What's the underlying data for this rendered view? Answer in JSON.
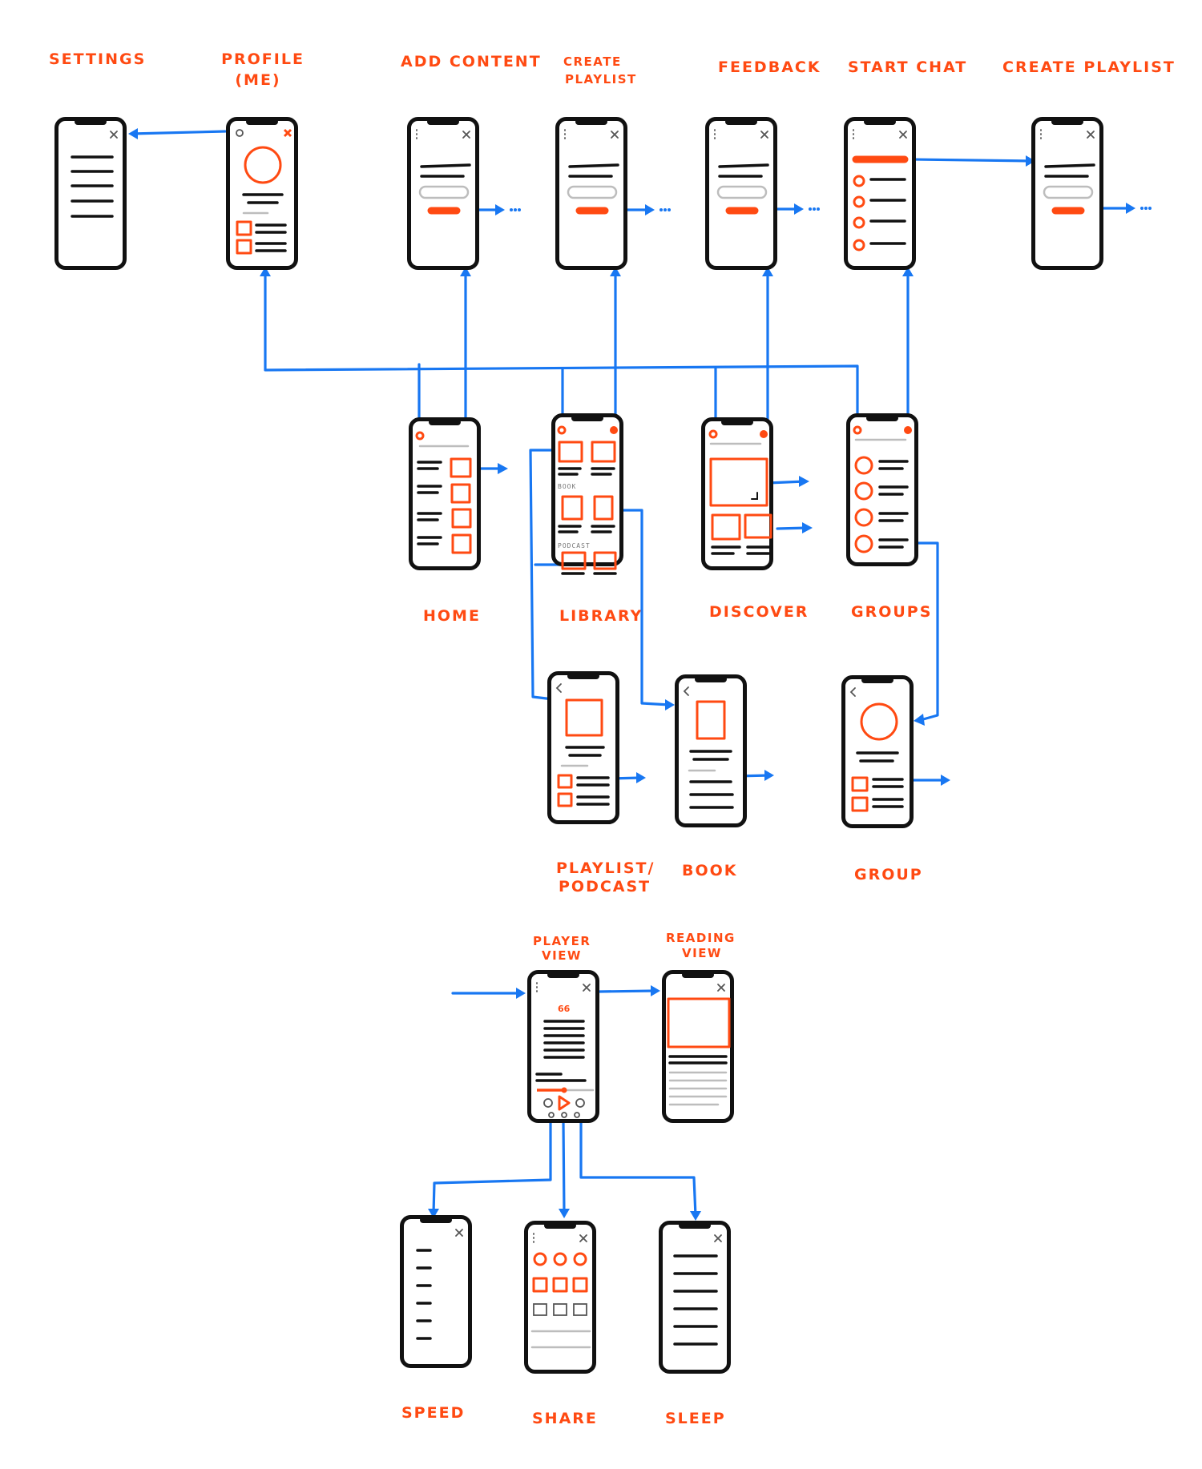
{
  "diagram": {
    "colors": {
      "accent": "#ff4a12",
      "connector": "#1877f2",
      "outline": "#111111",
      "muted": "#bdbdbd"
    },
    "screens": [
      {
        "id": "settings",
        "label_lines": [
          "SETTINGS"
        ],
        "icon": "list-screen"
      },
      {
        "id": "profile",
        "label_lines": [
          "PROFILE",
          "(ME)"
        ],
        "icon": "profile-screen"
      },
      {
        "id": "add-content",
        "label_lines": [
          "ADD CONTENT"
        ],
        "icon": "form-screen"
      },
      {
        "id": "create-playlist",
        "label_lines": [
          "CREATE",
          "PLAYLIST"
        ],
        "icon": "form-screen"
      },
      {
        "id": "feedback",
        "label_lines": [
          "FEEDBACK"
        ],
        "icon": "form-screen"
      },
      {
        "id": "start-chat",
        "label_lines": [
          "START CHAT"
        ],
        "icon": "contact-list-screen"
      },
      {
        "id": "create-playlist-2",
        "label_lines": [
          "CREATE PLAYLIST"
        ],
        "icon": "form-screen"
      },
      {
        "id": "home",
        "label_lines": [
          "HOME"
        ],
        "icon": "feed-screen"
      },
      {
        "id": "library",
        "label_lines": [
          "LIBRARY"
        ],
        "icon": "grid-screen",
        "sections": [
          "BOOK",
          "PODCAST"
        ]
      },
      {
        "id": "discover",
        "label_lines": [
          "DISCOVER"
        ],
        "icon": "hero-screen"
      },
      {
        "id": "groups",
        "label_lines": [
          "GROUPS"
        ],
        "icon": "contact-list-screen"
      },
      {
        "id": "playlist-podcast",
        "label_lines": [
          "PLAYLIST/",
          "PODCAST"
        ],
        "icon": "detail-screen"
      },
      {
        "id": "book",
        "label_lines": [
          "BOOK"
        ],
        "icon": "detail-screen"
      },
      {
        "id": "group",
        "label_lines": [
          "GROUP"
        ],
        "icon": "profile-screen"
      },
      {
        "id": "player-view",
        "label_lines": [
          "PLAYER",
          "VIEW"
        ],
        "icon": "player-screen",
        "quote_glyph": "66"
      },
      {
        "id": "reading-view",
        "label_lines": [
          "READING",
          "VIEW"
        ],
        "icon": "reading-screen"
      },
      {
        "id": "speed",
        "label_lines": [
          "SPEED"
        ],
        "icon": "list-screen"
      },
      {
        "id": "share",
        "label_lines": [
          "SHARE"
        ],
        "icon": "share-grid-screen"
      },
      {
        "id": "sleep",
        "label_lines": [
          "SLEEP"
        ],
        "icon": "list-screen"
      }
    ],
    "connections": [
      {
        "from": "profile",
        "to": "settings"
      },
      {
        "from": "start-chat",
        "to": "create-playlist-2"
      },
      {
        "from": "home",
        "to": "profile"
      },
      {
        "from": "home",
        "to": "add-content"
      },
      {
        "from": "library",
        "to": "create-playlist"
      },
      {
        "from": "discover",
        "to": "feedback"
      },
      {
        "from": "groups",
        "to": "start-chat"
      },
      {
        "from": "library",
        "to": "playlist-podcast"
      },
      {
        "from": "library",
        "to": "book"
      },
      {
        "from": "groups",
        "to": "group"
      },
      {
        "from": "player-view",
        "to": "reading-view"
      },
      {
        "from": "player-view",
        "to": "speed"
      },
      {
        "from": "player-view",
        "to": "share"
      },
      {
        "from": "player-view",
        "to": "sleep"
      }
    ]
  }
}
